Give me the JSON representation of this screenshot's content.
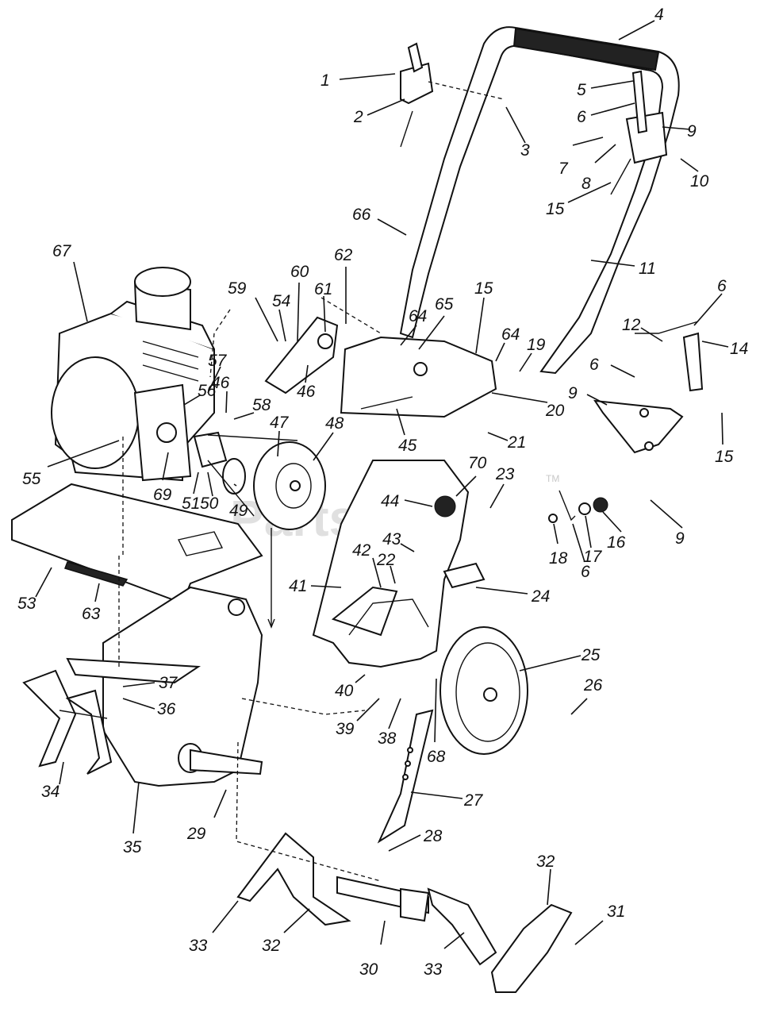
{
  "watermark": {
    "text": "PartsTree",
    "tm": "TM"
  },
  "callouts": [
    "1",
    "2",
    "3",
    "4",
    "5",
    "6",
    "7",
    "8",
    "9",
    "10",
    "15",
    "66",
    "11",
    "67",
    "59",
    "60",
    "61",
    "62",
    "15",
    "64",
    "65",
    "64",
    "19",
    "12",
    "6",
    "14",
    "57",
    "54",
    "46",
    "20",
    "6",
    "9",
    "56",
    "58",
    "47",
    "48",
    "45",
    "21",
    "15",
    "55",
    "69",
    "51",
    "50",
    "49",
    "70",
    "23",
    "44",
    "16",
    "17",
    "18",
    "6",
    "9",
    "43",
    "42",
    "22",
    "41",
    "24",
    "53",
    "63",
    "25",
    "37",
    "36",
    "40",
    "26",
    "39",
    "38",
    "68",
    "34",
    "35",
    "27",
    "29",
    "28",
    "32",
    "31",
    "33",
    "32",
    "30",
    "33"
  ]
}
